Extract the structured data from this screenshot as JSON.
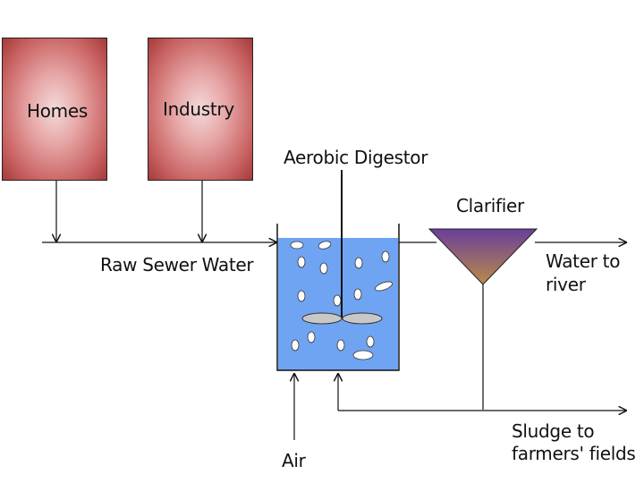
{
  "sources": {
    "homes": "Homes",
    "industry": "Industry"
  },
  "pipe_label": "Raw Sewer Water",
  "digestor_label": "Aerobic Digestor",
  "clarifier_label": "Clarifier",
  "water_out": {
    "line1": "Water to",
    "line2": "river"
  },
  "sludge_out": {
    "line1": "Sludge to",
    "line2": "farmers' fields"
  },
  "air_label": "Air",
  "colors": {
    "source_box": "#c96262",
    "tank_water": "#6fa4f2",
    "clarifier_top": "#6a3f9a",
    "clarifier_bottom": "#b98a4a",
    "line": "#111111"
  }
}
